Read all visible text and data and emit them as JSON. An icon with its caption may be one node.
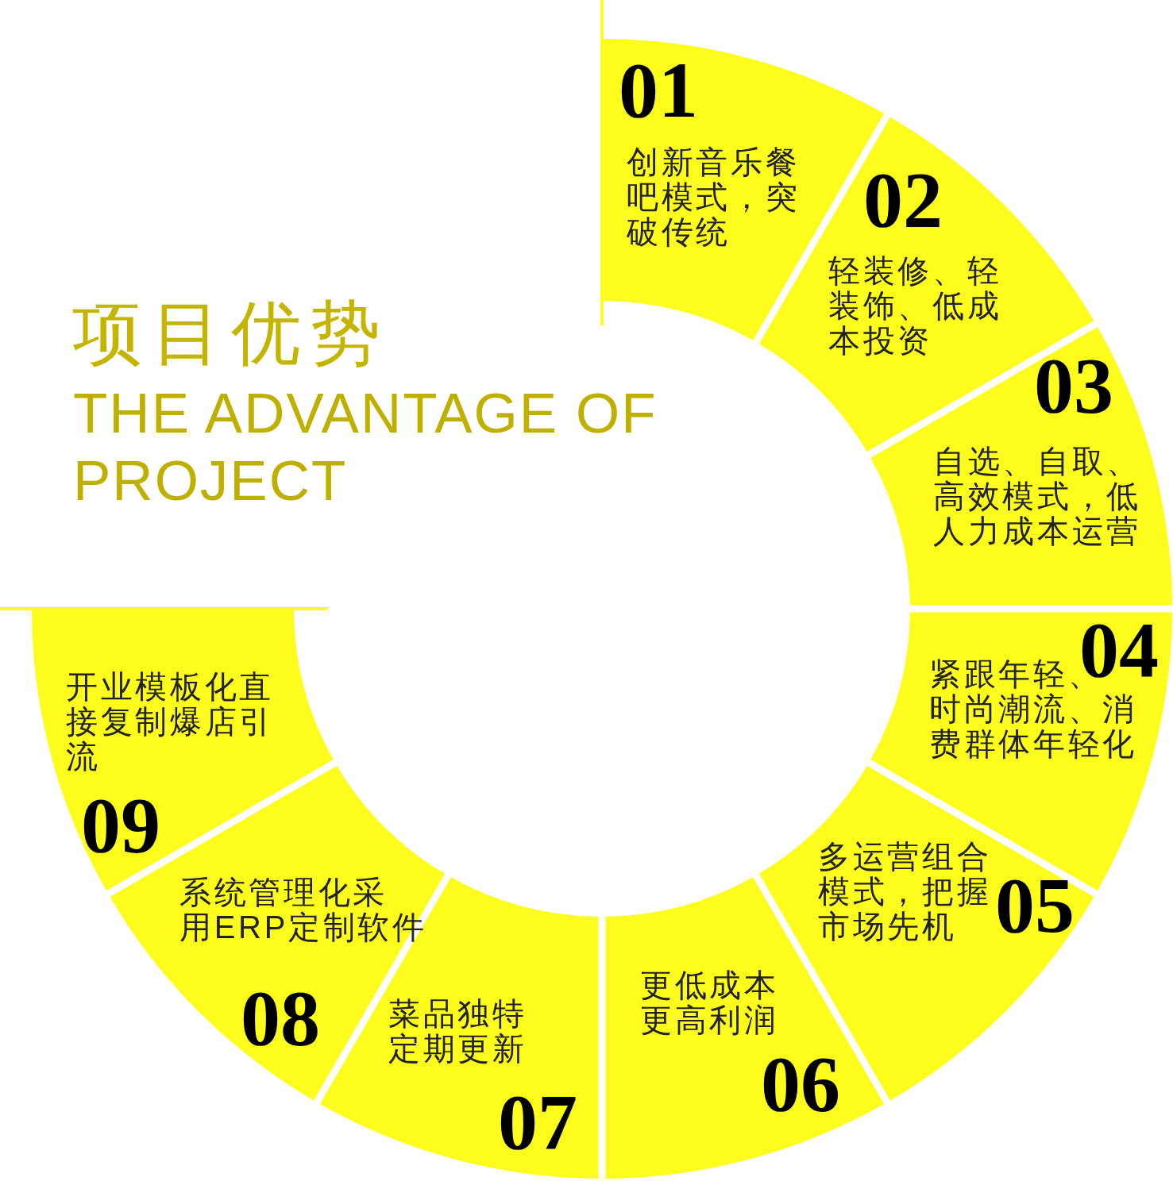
{
  "diagram": {
    "title": "项目优势",
    "nodes": [
      {
        "text": [
          "01",
          "创新音乐餐吧模式，突破传统"
        ]
      },
      {
        "text": [
          "02",
          "轻装修、轻装饰、低成本投资"
        ]
      },
      {
        "text": [
          "03",
          "自选、自取、高效模式，低人力成本运营"
        ]
      },
      {
        "text": [
          "04",
          "紧跟年轻、时尚潮流、消费群体年轻化"
        ]
      },
      {
        "text": [
          "多运营组合模式，把握市场先机",
          "05"
        ]
      },
      {
        "text": [
          "更低成本更高利润",
          "06"
        ]
      },
      {
        "text": [
          "菜品独特定期更新",
          "07"
        ]
      },
      {
        "text": [
          "系统管理化采用ERP定制软件",
          "08"
        ]
      },
      {
        "text": [
          "开业模板化直接复制爆店引流",
          "09"
        ]
      }
    ],
    "labels": [
      "THE ADVANTAGE OF PROJECT"
    ]
  }
}
